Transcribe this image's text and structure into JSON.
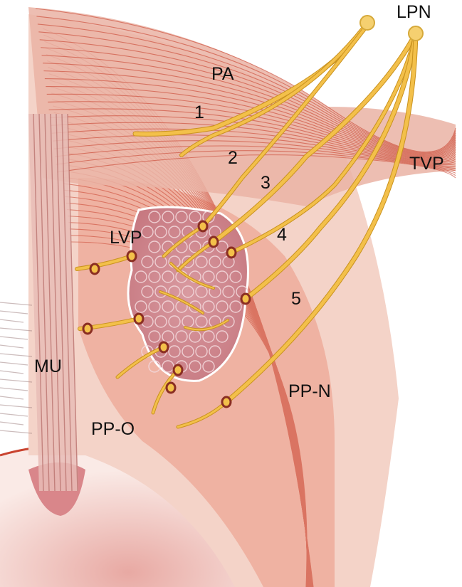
{
  "labels": {
    "lpn": "LPN",
    "pa": "PA",
    "tvp": "TVP",
    "lvp": "LVP",
    "mu": "MU",
    "pp_n": "PP-N",
    "pp_o": "PP-O",
    "branch_1": "1",
    "branch_2": "2",
    "branch_3": "3",
    "branch_4": "4",
    "branch_5": "5"
  },
  "colors": {
    "background": "#ffffff",
    "muscle_light": "#f4d3c8",
    "muscle_mid": "#e89c8a",
    "muscle_fiber": "#c9432f",
    "mucosa": "#d98a86",
    "gland": "#c97f86",
    "nerve": "#f3c04a",
    "nerve_outline": "#c9921f",
    "nerve_ending": "#8a2e22"
  }
}
